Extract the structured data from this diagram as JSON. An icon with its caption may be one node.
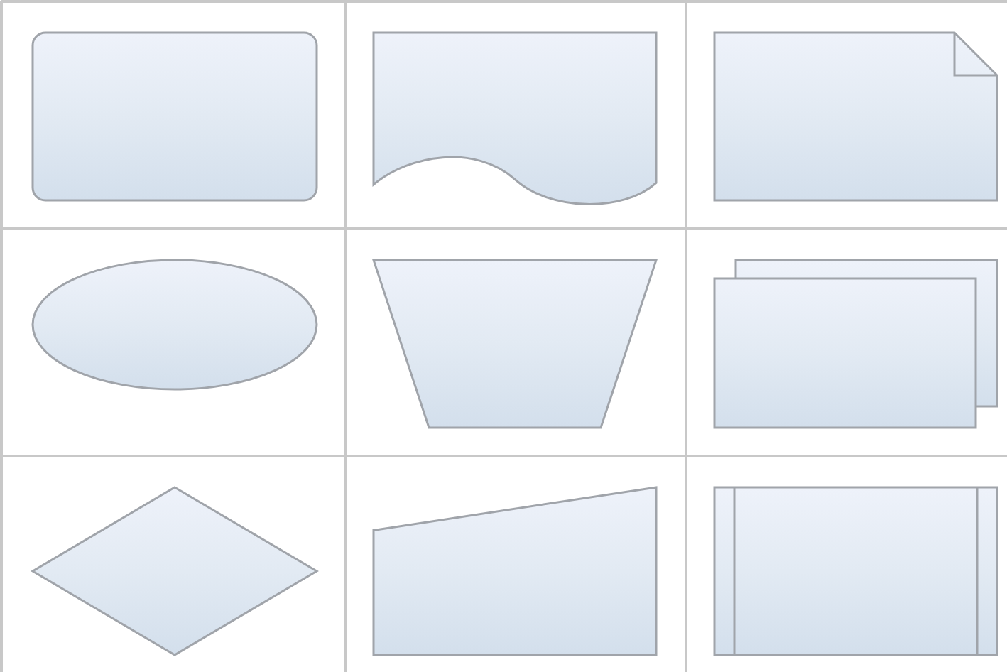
{
  "diagram": {
    "nodes": [
      {
        "text": [],
        "shape": "box"
      },
      {
        "text": [],
        "shape": "document"
      },
      {
        "text": [],
        "shape": "page"
      },
      {
        "text": [],
        "shape": "ellipse"
      },
      {
        "text": [],
        "shape": "trapezoid"
      },
      {
        "text": [],
        "shape": "stack"
      },
      {
        "text": [],
        "shape": "diamond"
      },
      {
        "text": [],
        "shape": "quadrilateral"
      },
      {
        "text": [],
        "shape": "process"
      }
    ]
  }
}
